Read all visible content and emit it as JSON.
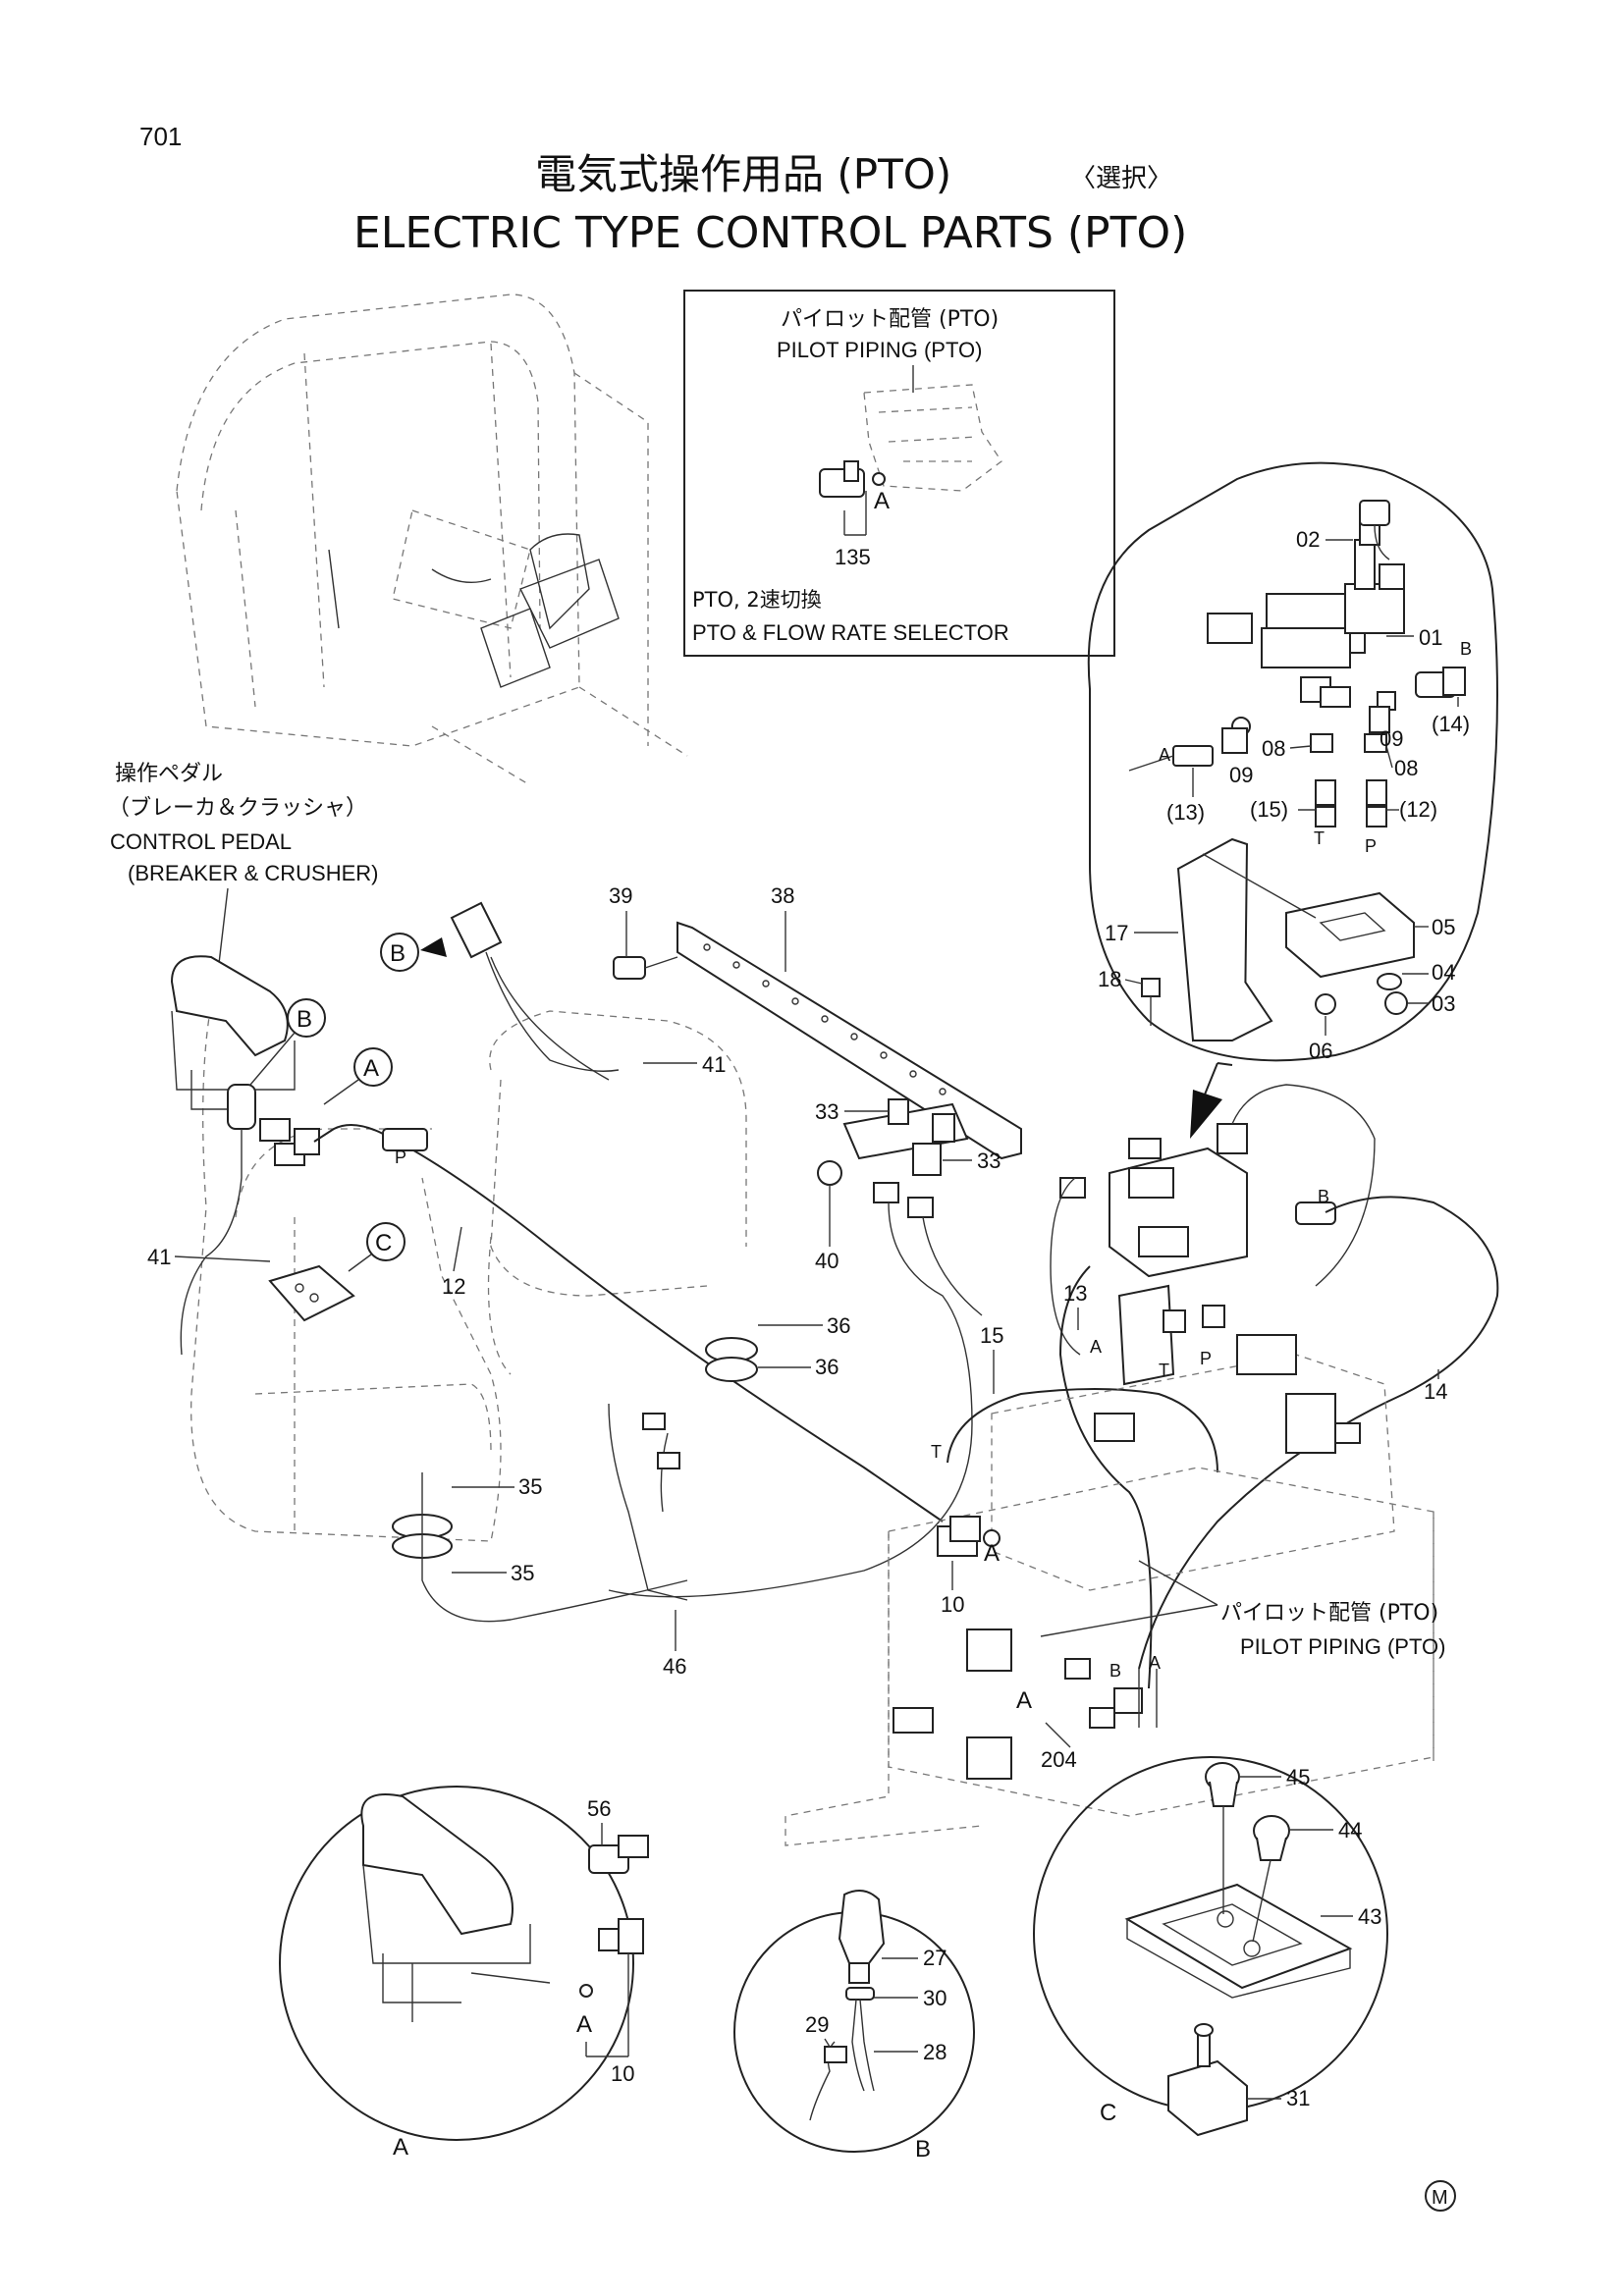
{
  "header": {
    "page_number": "701",
    "title_jp": "電気式操作用品 (PTO)",
    "title_jp_option": "〈選択〉",
    "title_en": "ELECTRIC TYPE CONTROL PARTS (PTO)"
  },
  "inset_box": {
    "title_jp": "パイロット配管 (PTO)",
    "title_en": "PILOT PIPING (PTO)",
    "letter": "A",
    "part": "135",
    "note_jp": "PTO, 2速切換",
    "note_en": "PTO & FLOW RATE SELECTOR"
  },
  "pedal_caption": {
    "jp_line1": "操作ペダル",
    "jp_line2": "（ブレーカ＆クラッシャ）",
    "en_line1": "CONTROL PEDAL",
    "en_line2": "(BREAKER & CRUSHER)"
  },
  "valve_detail": {
    "labels": [
      "02",
      "01",
      "B",
      "(14)",
      "09",
      "08",
      "A",
      "09",
      "08",
      "(13)",
      "(15)",
      "(12)",
      "T",
      "P",
      "17",
      "05",
      "04",
      "03",
      "18",
      "06"
    ]
  },
  "main": {
    "callouts": [
      "B",
      "A",
      "C"
    ],
    "labels": [
      "39",
      "38",
      "41",
      "33",
      "33",
      "40",
      "P",
      "12",
      "41",
      "36",
      "36",
      "15",
      "13",
      "14",
      "A",
      "T",
      "P",
      "B",
      "T",
      "A",
      "35",
      "35",
      "46",
      "10",
      "B",
      "A",
      "A",
      "204"
    ],
    "piping_jp": "パイロット配管 (PTO)",
    "piping_en": "PILOT PIPING (PTO)"
  },
  "detail_a": {
    "labels": [
      "56",
      "A",
      "10"
    ],
    "letter": "A"
  },
  "detail_b": {
    "labels": [
      "27",
      "30",
      "29",
      "28"
    ],
    "letter": "B"
  },
  "detail_c": {
    "labels": [
      "45",
      "44",
      "43",
      "31"
    ],
    "letter": "C"
  },
  "mark": "M"
}
